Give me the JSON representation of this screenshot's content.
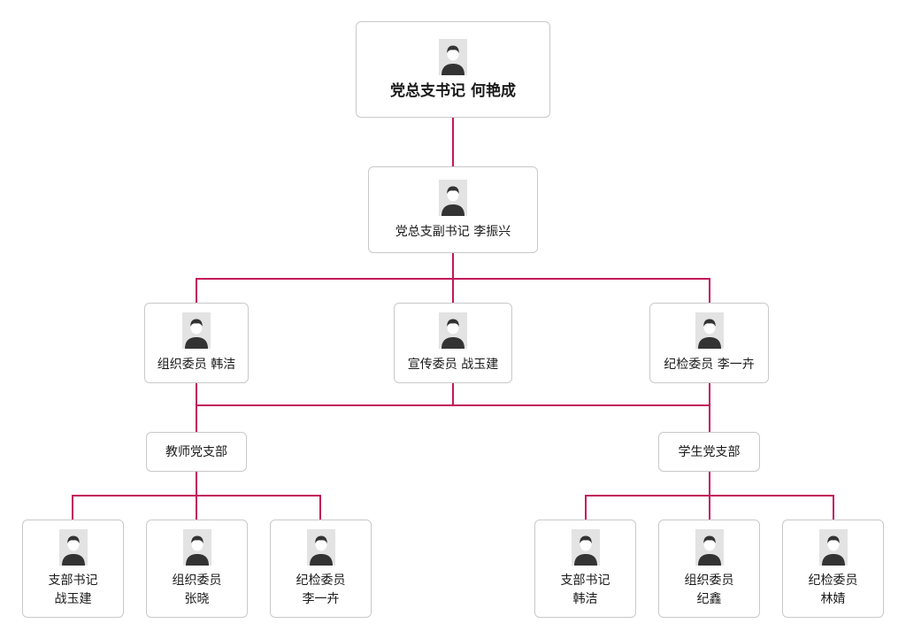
{
  "colors": {
    "connector": "#c2185b",
    "border": "#c9c9c9",
    "avatar_bg": "#e3e3e3",
    "avatar_fg": "#333333"
  },
  "icon": "person-avatar-icon",
  "nodes": {
    "secretary": "党总支书记 何艳成",
    "deputy": "党总支副书记 李振兴",
    "organization": "组织委员 韩洁",
    "publicity": "宣传委员 战玉建",
    "discipline": "纪检委员 李一卉",
    "teacher_branch": "教师党支部",
    "student_branch": "学生党支部",
    "teacher_members": [
      {
        "role": "支部书记",
        "name": "战玉建"
      },
      {
        "role": "组织委员",
        "name": "张晓"
      },
      {
        "role": "纪检委员",
        "name": "李一卉"
      }
    ],
    "student_members": [
      {
        "role": "支部书记",
        "name": "韩洁"
      },
      {
        "role": "组织委员",
        "name": "纪鑫"
      },
      {
        "role": "纪检委员",
        "name": "林婧"
      }
    ]
  }
}
